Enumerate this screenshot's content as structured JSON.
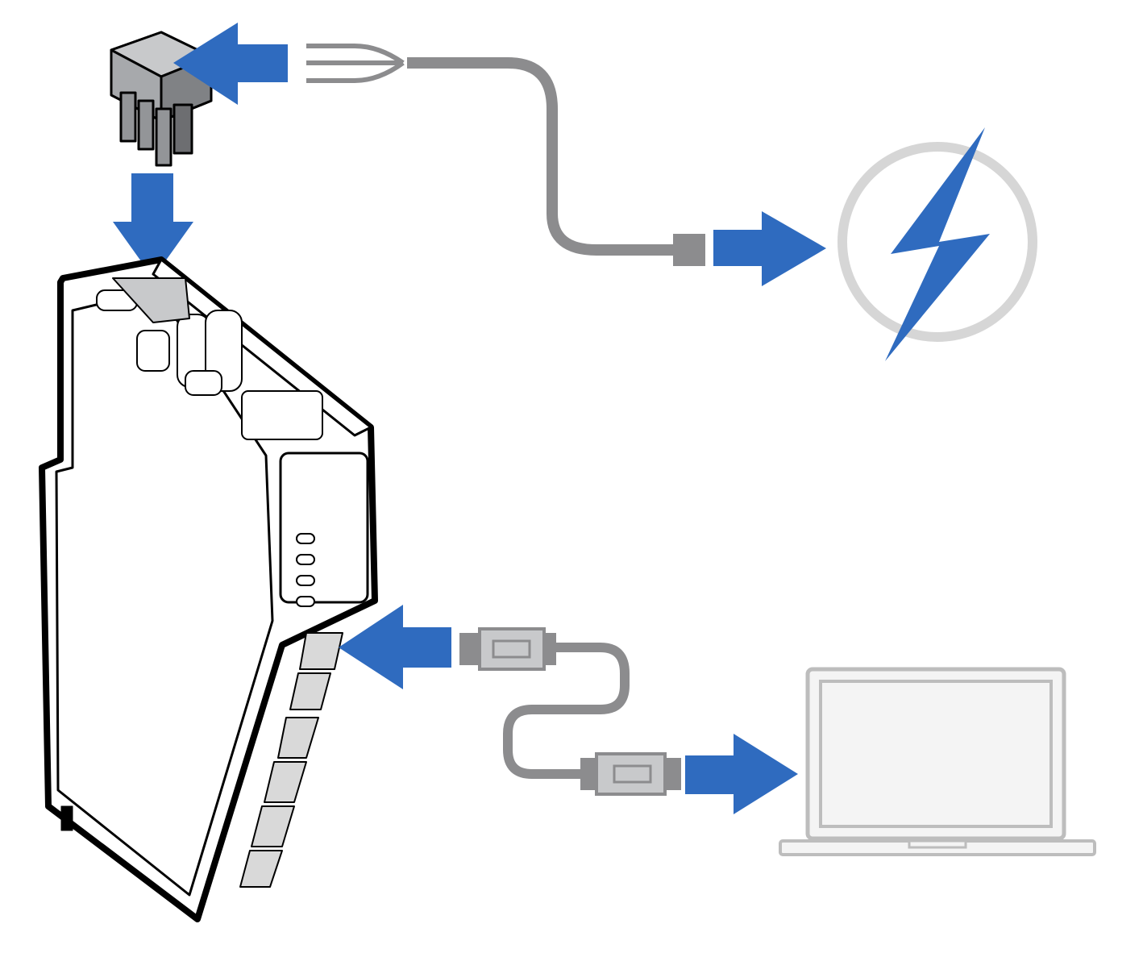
{
  "diagram": {
    "colors": {
      "arrow": "#2f6bbf",
      "cable": "#8c8c8e",
      "power_ring": "#d6d6d6",
      "device_outline": "#000000",
      "laptop": "#bdbdbd"
    },
    "icons": [
      "terminal-block-connector",
      "power-wires",
      "power-source-lightning-icon",
      "gateway-device",
      "ethernet-cable",
      "laptop-icon"
    ]
  }
}
